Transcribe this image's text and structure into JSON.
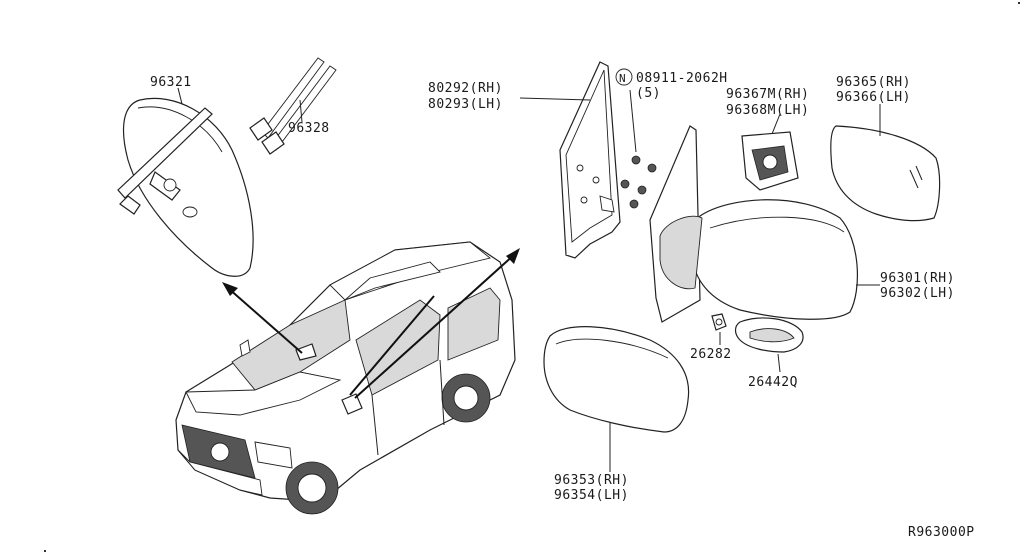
{
  "diagram": {
    "code": "R963000P",
    "parts": {
      "p96321": "96321",
      "p96328": "96328",
      "p80292": "80292(RH)",
      "p80293": "80293(LH)",
      "p08911": "08911-2062H",
      "p08911_qty": "(5)",
      "p08911_mark": "N",
      "p96367": "96367M(RH)",
      "p96368": "96368M(LH)",
      "p96365": "96365(RH)",
      "p96366": "96366(LH)",
      "p96301": "96301(RH)",
      "p96302": "96302(LH)",
      "p26282": "26282",
      "p26442": "26442Q",
      "p96353": "96353(RH)",
      "p96354": "96354(LH)"
    }
  }
}
